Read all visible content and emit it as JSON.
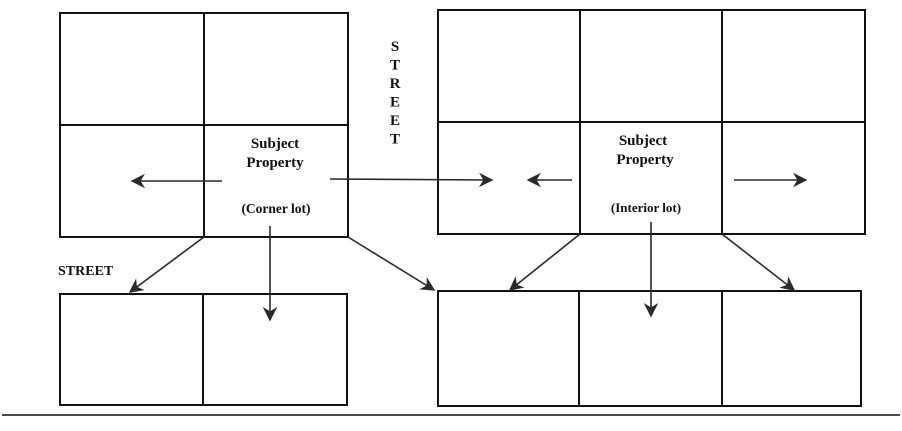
{
  "corner_lot": {
    "line1": "Subject",
    "line2": "Property",
    "line3": "(Corner lot)"
  },
  "interior_lot": {
    "line1": "Subject",
    "line2": "Property",
    "line3": "(Interior lot)"
  },
  "street_horizontal": "STREET",
  "street_vertical": [
    "S",
    "T",
    "R",
    "E",
    "E",
    "T"
  ],
  "colors": {
    "line": "#111111",
    "background": "#ffffff"
  }
}
